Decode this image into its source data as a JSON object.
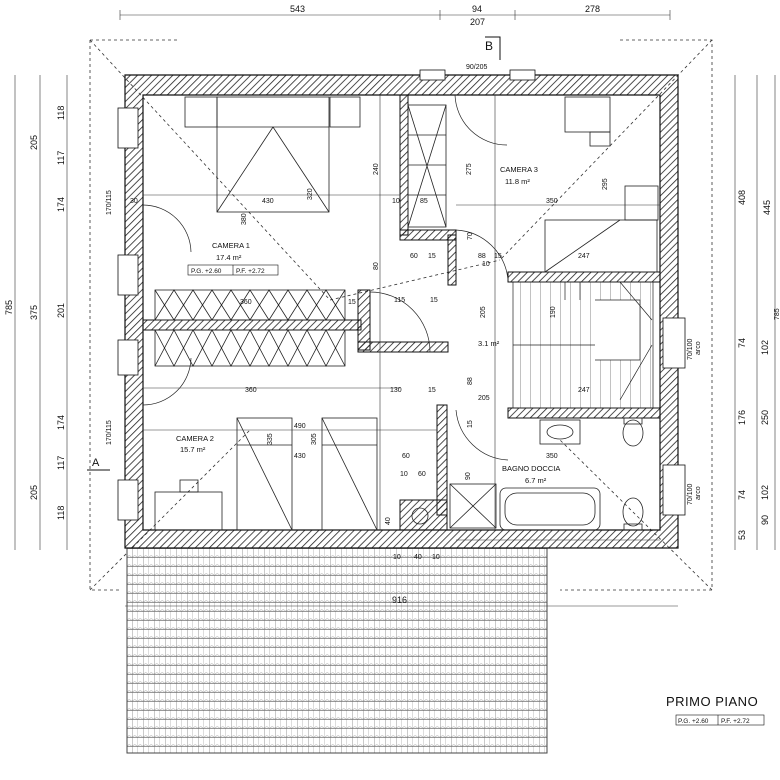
{
  "top_dims": [
    "543",
    "94",
    "207",
    "278"
  ],
  "section_b": "B",
  "section_a": "A",
  "door_main": "90/205",
  "left_outer_dims": [
    "785"
  ],
  "left_mid_dims": [
    "205",
    "375",
    "205"
  ],
  "left_inner_dims": [
    "118",
    "117",
    "174",
    "201",
    "174",
    "117",
    "118"
  ],
  "window_left": [
    "170/115",
    "170/115"
  ],
  "right_outer_dims": [
    "445"
  ],
  "right_mid_dims": [
    "408",
    "74",
    "250",
    "74",
    "90"
  ],
  "right_inner_dims": [
    "102",
    "176",
    "102",
    "53"
  ],
  "window_right": [
    "70/100",
    "70/100"
  ],
  "window_right_note": [
    "arco",
    "arco"
  ],
  "right_edge_dim": "785",
  "rooms": {
    "camera1": {
      "name": "CAMERA 1",
      "area": "17.4 m²",
      "pg": "P.G. +2.60",
      "pf": "P.F. +2.72"
    },
    "camera2": {
      "name": "CAMERA 2",
      "area": "15.7 m²"
    },
    "camera3": {
      "name": "CAMERA 3",
      "area": "11.8 m²"
    },
    "bagno": {
      "name": "BAGNO DOCCIA",
      "area": "6.7 m²"
    },
    "corridoio": {
      "area": "3.1 m²"
    }
  },
  "inner_dims": {
    "d430a": "430",
    "d320": "320",
    "d380": "380",
    "d240": "240",
    "d10a": "10",
    "d85": "85",
    "d360a": "360",
    "d15a": "15",
    "d80": "80",
    "d60a": "60",
    "d15b": "15",
    "d88a": "88",
    "d15c": "15",
    "d10b": "10",
    "d30": "30",
    "d115": "115",
    "d15d": "15",
    "d70": "70",
    "d275": "275",
    "d350a": "350",
    "d295": "295",
    "d247a": "247",
    "d190": "190",
    "d360b": "360",
    "d130": "130",
    "d15e": "15",
    "d88b": "88",
    "d247b": "247",
    "d490": "490",
    "d335": "335",
    "d305": "305",
    "d430b": "430",
    "d60b": "60",
    "d10c": "10",
    "d60c": "60",
    "d90": "90",
    "d40a": "40",
    "d350b": "350",
    "d205a": "205",
    "d205b": "205",
    "d10d": "10",
    "d40b": "40",
    "d10e": "10",
    "d15f": "15",
    "d916": "916"
  },
  "plan_title": "PRIMO PIANO",
  "plan_pg": "P.G. +2.60",
  "plan_pf": "P.F. +2.72"
}
